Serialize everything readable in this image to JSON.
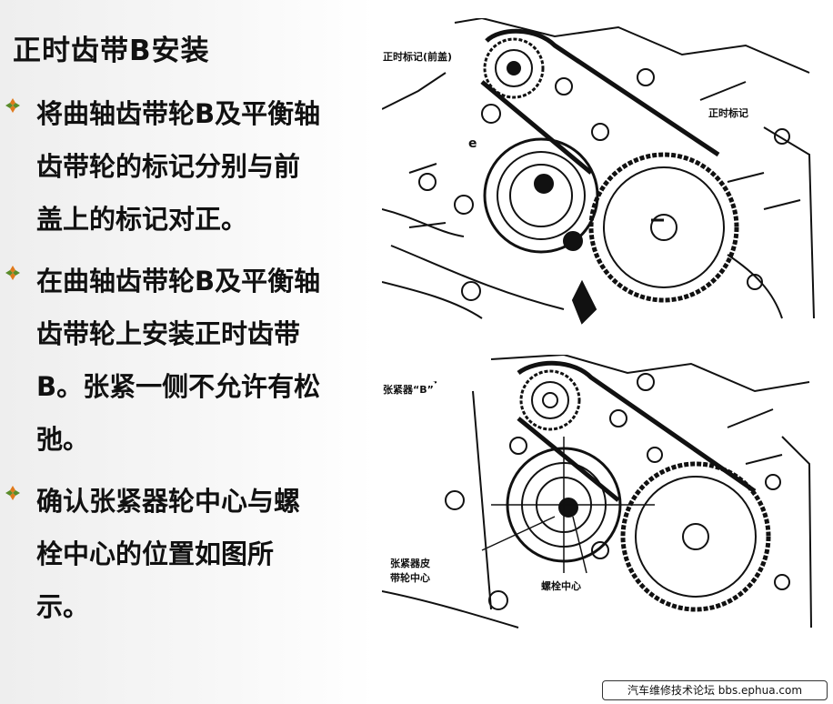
{
  "slide": {
    "title": "正时齿带B安装",
    "bullets": [
      {
        "lines": [
          "将曲轴齿带轮B及平衡轴",
          "齿带轮的标记分别与前",
          "盖上的标记对正。"
        ]
      },
      {
        "lines": [
          "在曲轴齿带轮B及平衡轴",
          "齿带轮上安装正时齿带",
          "B。张紧一侧不允许有松",
          "弛。"
        ]
      },
      {
        "lines": [
          "确认张紧器轮中心与螺",
          "栓中心的位置如图所",
          "示。"
        ]
      }
    ]
  },
  "diagram_top": {
    "label_timing_mark_front": "正时标记(前盖)",
    "label_timing_mark": "正时标记",
    "label_e": "e"
  },
  "diagram_bottom": {
    "label_tensioner": "张紧器“B”",
    "label_tensioner_pulley_center_1": "张紧器皮",
    "label_tensioner_pulley_center_2": "带轮中心",
    "label_bolt_center": "螺栓中心"
  },
  "footer": {
    "text": "汽车维修技术论坛 bbs.ephua.com"
  },
  "colors": {
    "bullet_marker_orange": "#e07a1c",
    "bullet_marker_green": "#5a8c2a",
    "text": "#111111"
  }
}
